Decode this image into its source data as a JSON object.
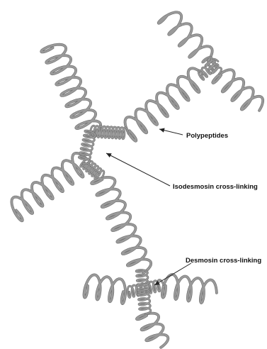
{
  "labels": {
    "polypeptides": "Polypeptides",
    "isodesmosin": "Isodesmosin cross-linking",
    "desmosin": "Desmosin cross-linking"
  },
  "colors": {
    "helix": "#9a9a9a",
    "helix_dark": "#6e6e6e",
    "arrow": "#222222",
    "text": "#111111"
  }
}
